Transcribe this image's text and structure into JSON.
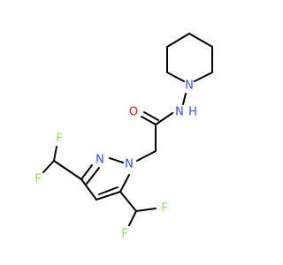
{
  "molecule": {
    "atoms": {
      "n_piperidine": {
        "symbol": "N",
        "color": "#3050F8"
      },
      "n_amide": {
        "symbol": "N",
        "color": "#3050F8"
      },
      "h_amide": {
        "symbol": "H",
        "color": "#3050F8"
      },
      "o_carbonyl": {
        "symbol": "O",
        "color": "#FF0D0D"
      },
      "n_pyrazole_2": {
        "symbol": "N",
        "color": "#3050F8"
      },
      "n_pyrazole_1": {
        "symbol": "N",
        "color": "#3050F8"
      },
      "f_left_top": {
        "symbol": "F",
        "color": "#90E050"
      },
      "f_left_bottom": {
        "symbol": "F",
        "color": "#90E050"
      },
      "f_right_top": {
        "symbol": "F",
        "color": "#90E050"
      },
      "f_right_bottom": {
        "symbol": "F",
        "color": "#90E050"
      }
    }
  }
}
